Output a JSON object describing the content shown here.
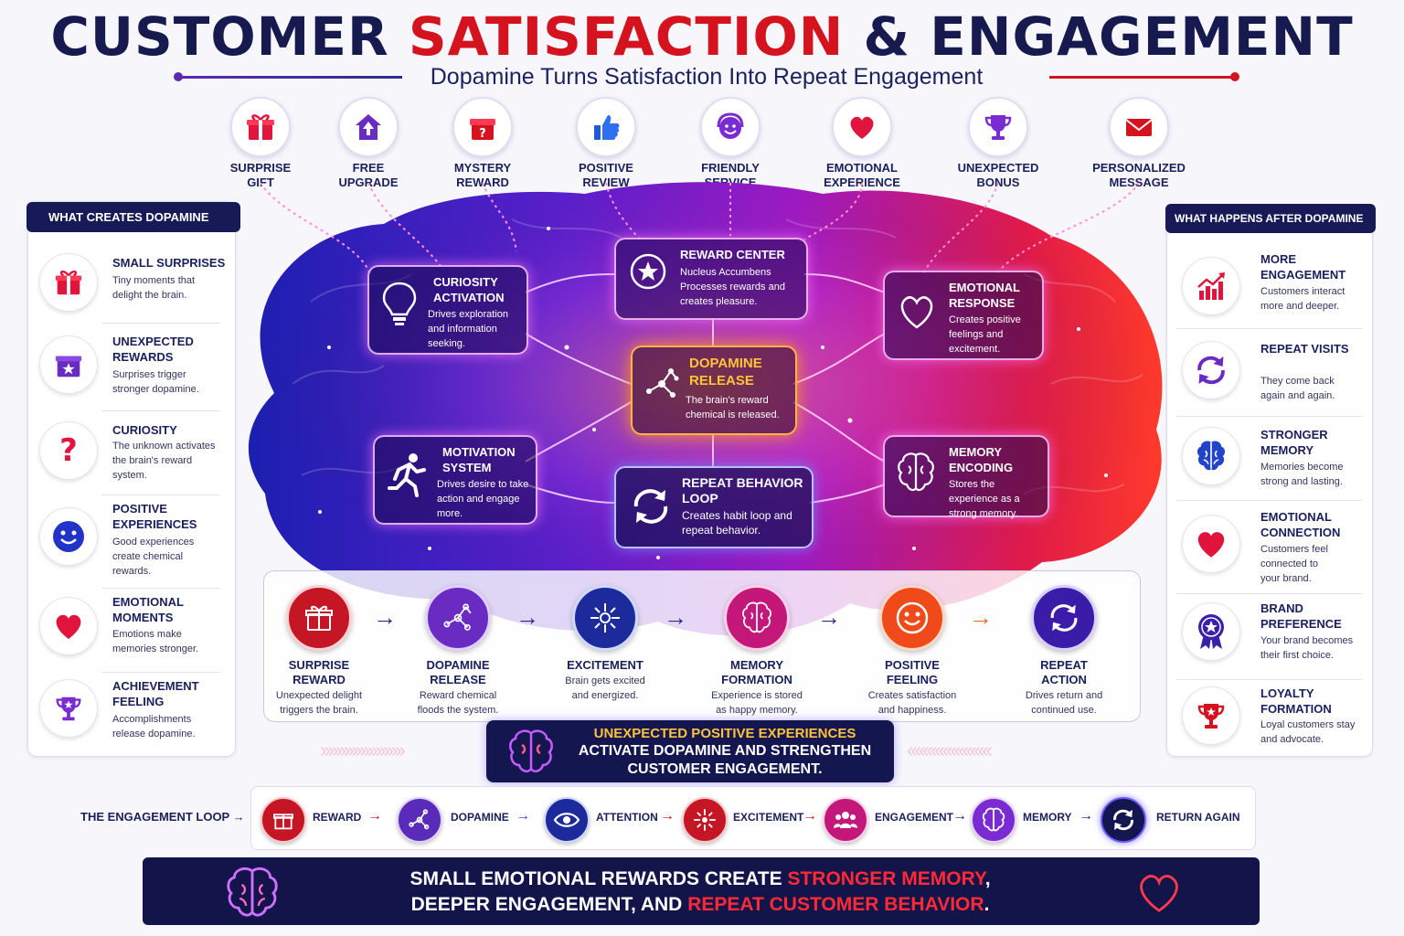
{
  "title": {
    "part1": "CUSTOMER ",
    "part2": "SATISFACTION",
    "part3": " & ENGAGEMENT"
  },
  "subtitle": "Dopamine Turns Satisfaction Into Repeat Engagement",
  "colors": {
    "navy": "#171a57",
    "red": "#d4131f",
    "purple": "#6a2bc2",
    "orange": "#ff8a1e",
    "magenta": "#c3187a"
  },
  "triggers": [
    {
      "label": "SURPRISE\nGIFT",
      "icon": "gift-icon"
    },
    {
      "label": "FREE\nUPGRADE",
      "icon": "upgrade-icon"
    },
    {
      "label": "MYSTERY\nREWARD",
      "icon": "mystery-box-icon"
    },
    {
      "label": "POSITIVE\nREVIEW",
      "icon": "thumbs-up-icon"
    },
    {
      "label": "FRIENDLY\nSERVICE",
      "icon": "headset-smile-icon"
    },
    {
      "label": "EMOTIONAL\nEXPERIENCE",
      "icon": "heart-icon"
    },
    {
      "label": "UNEXPECTED\nBONUS",
      "icon": "trophy-icon"
    },
    {
      "label": "PERSONALIZED\nMESSAGE",
      "icon": "envelope-icon"
    }
  ],
  "left_panel": {
    "heading": "WHAT CREATES DOPAMINE",
    "items": [
      {
        "title": "SMALL SURPRISES",
        "desc": "Tiny moments that delight the brain.",
        "icon": "gift-icon"
      },
      {
        "title": "UNEXPECTED REWARDS",
        "desc": "Surprises trigger stronger dopamine.",
        "icon": "star-box-icon"
      },
      {
        "title": "CURIOSITY",
        "desc": "The unknown activates the brain's reward system.",
        "icon": "question-icon"
      },
      {
        "title": "POSITIVE EXPERIENCES",
        "desc": "Good experiences create chemical rewards.",
        "icon": "smiley-icon"
      },
      {
        "title": "EMOTIONAL MOMENTS",
        "desc": "Emotions make memories stronger.",
        "icon": "heart-icon"
      },
      {
        "title": "ACHIEVEMENT FEELING",
        "desc": "Accomplishments release dopamine.",
        "icon": "trophy-icon"
      }
    ]
  },
  "right_panel": {
    "heading": "WHAT HAPPENS AFTER DOPAMINE",
    "items": [
      {
        "title": "MORE ENGAGEMENT",
        "desc": "Customers interact more and deeper.",
        "icon": "growth-chart-icon"
      },
      {
        "title": "REPEAT VISITS",
        "desc": "They come back again and again.",
        "icon": "repeat-icon"
      },
      {
        "title": "STRONGER MEMORY",
        "desc": "Memories become strong and lasting.",
        "icon": "brain-icon"
      },
      {
        "title": "EMOTIONAL CONNECTION",
        "desc": "Customers feel connected to your brand.",
        "icon": "heart-icon"
      },
      {
        "title": "BRAND PREFERENCE",
        "desc": "Your brand becomes their first choice.",
        "icon": "badge-star-icon"
      },
      {
        "title": "LOYALTY FORMATION",
        "desc": "Loyal customers stay and advocate.",
        "icon": "trophy-icon"
      }
    ]
  },
  "brain_nodes": {
    "curiosity": {
      "title": "CURIOSITY ACTIVATION",
      "desc": "Drives exploration and information seeking."
    },
    "reward": {
      "title": "REWARD CENTER",
      "desc": "Nucleus Accumbens Processes rewards and creates pleasure."
    },
    "emotional": {
      "title": "EMOTIONAL RESPONSE",
      "desc": "Creates positive feelings and excitement."
    },
    "dopamine": {
      "title": "DOPAMINE RELEASE",
      "desc": "The brain's reward chemical is released."
    },
    "motivation": {
      "title": "MOTIVATION SYSTEM",
      "desc": "Drives desire to take action and engage more."
    },
    "memory": {
      "title": "MEMORY ENCODING",
      "desc": "Stores the experience as a strong memory."
    },
    "repeat": {
      "title": "REPEAT BEHAVIOR LOOP",
      "desc": "Creates habit loop and repeat behavior."
    }
  },
  "flow": [
    {
      "title": "SURPRISE\nREWARD",
      "desc": "Unexpected delight\ntriggers the brain.",
      "icon": "gift-icon"
    },
    {
      "title": "DOPAMINE\nRELEASE",
      "desc": "Reward chemical\nfloods the system.",
      "icon": "molecule-icon"
    },
    {
      "title": "EXCITEMENT",
      "desc": "Brain gets excited\nand energized.",
      "icon": "spark-icon"
    },
    {
      "title": "MEMORY\nFORMATION",
      "desc": "Experience is stored\nas happy memory.",
      "icon": "brain-icon"
    },
    {
      "title": "POSITIVE\nFEELING",
      "desc": "Creates satisfaction\nand happiness.",
      "icon": "smiley-icon"
    },
    {
      "title": "REPEAT\nACTION",
      "desc": "Drives return and\ncontinued use.",
      "icon": "repeat-icon"
    }
  ],
  "callout": {
    "line1": "UNEXPECTED POSITIVE EXPERIENCES",
    "line2": "ACTIVATE DOPAMINE AND STRENGTHEN",
    "line3": "CUSTOMER ENGAGEMENT."
  },
  "loop": {
    "label": "THE ENGAGEMENT LOOP",
    "steps": [
      {
        "label": "REWARD",
        "icon": "gift-icon"
      },
      {
        "label": "DOPAMINE",
        "icon": "molecule-icon"
      },
      {
        "label": "ATTENTION",
        "icon": "eye-icon"
      },
      {
        "label": "EXCITEMENT",
        "icon": "spark-icon"
      },
      {
        "label": "ENGAGEMENT",
        "icon": "people-icon"
      },
      {
        "label": "MEMORY",
        "icon": "brain-icon"
      },
      {
        "label": "RETURN AGAIN",
        "icon": "repeat-icon"
      }
    ]
  },
  "footer": {
    "l1a": "SMALL EMOTIONAL REWARDS CREATE ",
    "l1b": "STRONGER MEMORY",
    "l1c": ",",
    "l2a": "DEEPER ENGAGEMENT, AND ",
    "l2b": "REPEAT CUSTOMER BEHAVIOR",
    "l2c": "."
  }
}
